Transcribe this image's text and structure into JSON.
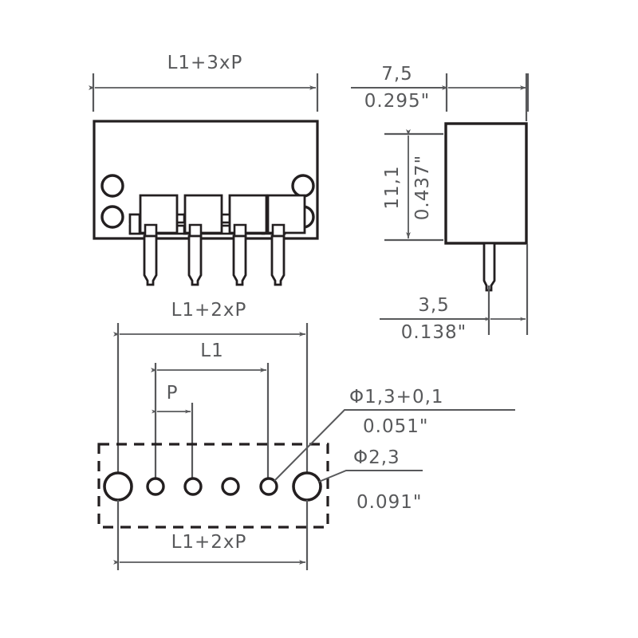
{
  "drawing": {
    "title": "Connector technical drawing",
    "line_color": "#231f20",
    "dim_color": "#6d6e71",
    "text_color": "#58595b",
    "background": "#ffffff"
  },
  "views": {
    "front": {
      "name": "front-view",
      "pin_count": 4,
      "mounting_hole_count": 4
    },
    "side": {
      "name": "side-view",
      "pin_count": 1
    },
    "pcb": {
      "name": "pcb-layout-view",
      "large_hole_count": 2,
      "small_hole_count": 4
    }
  },
  "dimensions": {
    "top_width": {
      "label": "L1+3xP"
    },
    "depth": {
      "metric": "7,5",
      "imperial": "0.295\""
    },
    "height": {
      "metric": "11,1",
      "imperial": "0.437\""
    },
    "pin_offset": {
      "metric": "3,5",
      "imperial": "0.138\""
    },
    "pcb_outer_top": {
      "label": "L1+2xP"
    },
    "pcb_l1": {
      "label": "L1"
    },
    "pcb_pitch": {
      "label": "P"
    },
    "pcb_outer_bottom": {
      "label": "L1+2xP"
    }
  },
  "callouts": {
    "small_hole": {
      "metric": "Φ1,3+0,1",
      "imperial": "0.051\""
    },
    "large_hole": {
      "metric": "Φ2,3",
      "imperial": "0.091\""
    }
  }
}
